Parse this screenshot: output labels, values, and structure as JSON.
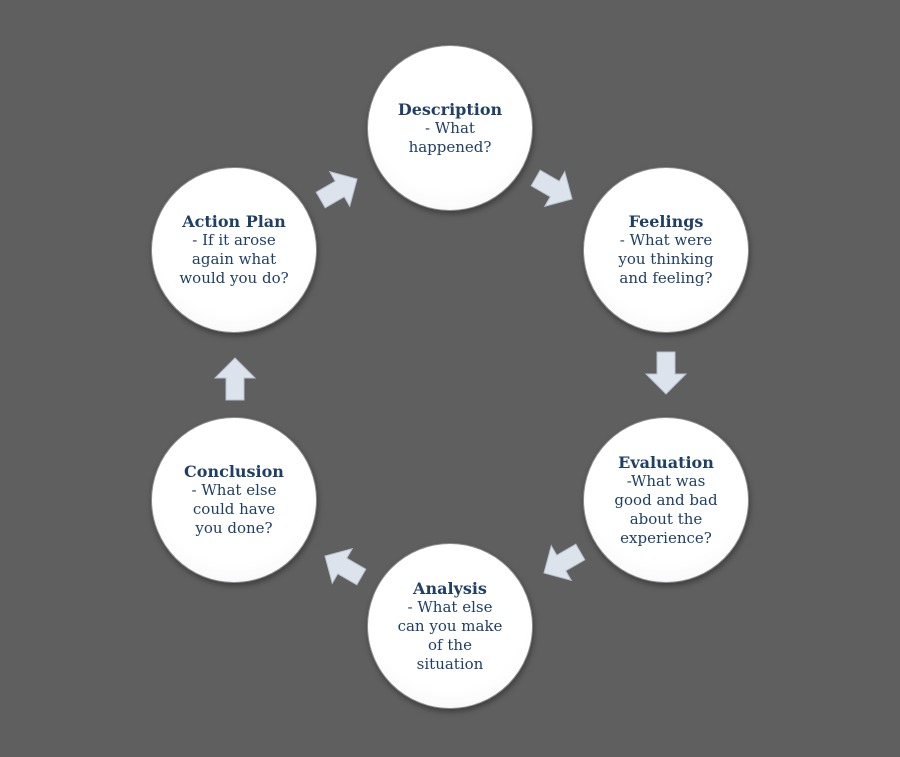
{
  "colors": {
    "background": "#5f5f5f",
    "circle_fill": "#ffffff",
    "circle_border": "#8c8c8c",
    "text": "#1e3f66",
    "arrow_fill": "#dde3ec",
    "arrow_stroke": "#b7c0cd"
  },
  "nodes": [
    {
      "id": "description",
      "title": "Description",
      "text": "- What\nhappened?"
    },
    {
      "id": "feelings",
      "title": "Feelings",
      "text": "- What were\nyou thinking\nand feeling?"
    },
    {
      "id": "evaluation",
      "title": "Evaluation",
      "text": "-What was\ngood and bad\nabout the\nexperience?"
    },
    {
      "id": "analysis",
      "title": "Analysis",
      "text": "- What else\ncan you make\nof the\nsituation"
    },
    {
      "id": "conclusion",
      "title": "Conclusion",
      "text": "- What else\ncould have\nyou done?"
    },
    {
      "id": "action_plan",
      "title": "Action Plan",
      "text": "- If it arose\nagain what\nwould you do?"
    }
  ],
  "cycle_order": [
    "description",
    "feelings",
    "evaluation",
    "analysis",
    "conclusion",
    "action_plan"
  ]
}
